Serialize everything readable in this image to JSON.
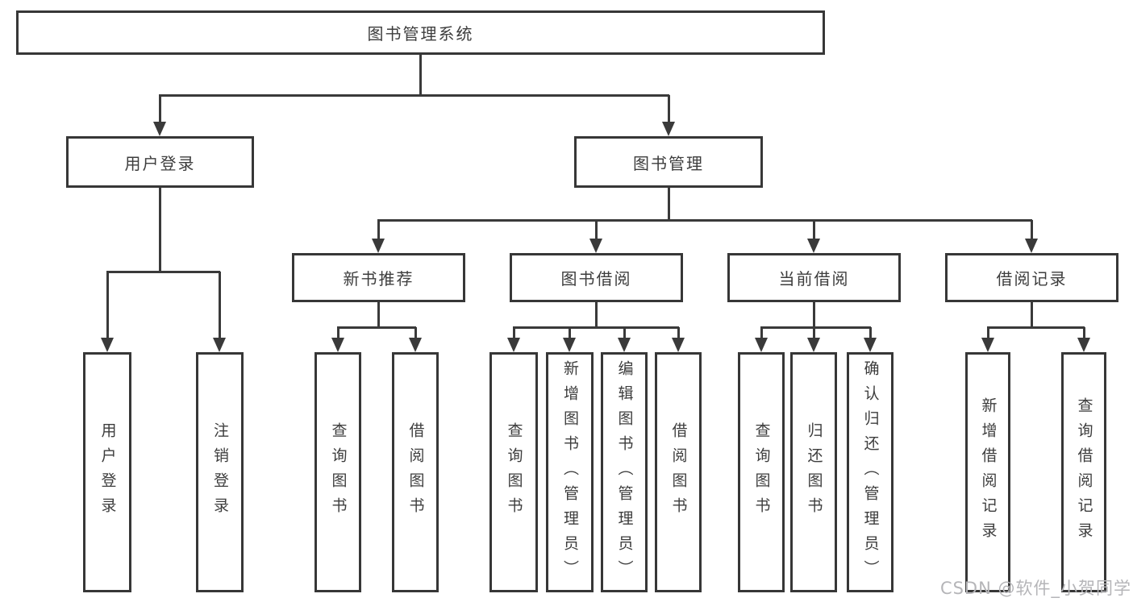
{
  "watermark": "CSDN @软件_小贺同学",
  "colors": {
    "line": "#3a3a3a",
    "border": "#373737",
    "text": "#3d3d3d",
    "watermark": "#b5b5b8",
    "background": "#ffffff"
  },
  "diagram": {
    "root": {
      "label": "图书管理系统"
    },
    "branches": [
      {
        "label": "用户登录",
        "children": [
          {
            "label": "用户登录"
          },
          {
            "label": "注销登录"
          }
        ]
      },
      {
        "label": "图书管理",
        "children": [
          {
            "label": "新书推荐",
            "children": [
              {
                "label": "查询图书"
              },
              {
                "label": "借阅图书"
              }
            ]
          },
          {
            "label": "图书借阅",
            "children": [
              {
                "label": "查询图书"
              },
              {
                "label": "新增图书（管理员）"
              },
              {
                "label": "编辑图书（管理员）"
              },
              {
                "label": "借阅图书"
              }
            ]
          },
          {
            "label": "当前借阅",
            "children": [
              {
                "label": "查询图书"
              },
              {
                "label": "归还图书"
              },
              {
                "label": "确认归还（管理员）"
              }
            ]
          },
          {
            "label": "借阅记录",
            "children": [
              {
                "label": "新增借阅记录"
              },
              {
                "label": "查询借阅记录"
              }
            ]
          }
        ]
      }
    ]
  }
}
